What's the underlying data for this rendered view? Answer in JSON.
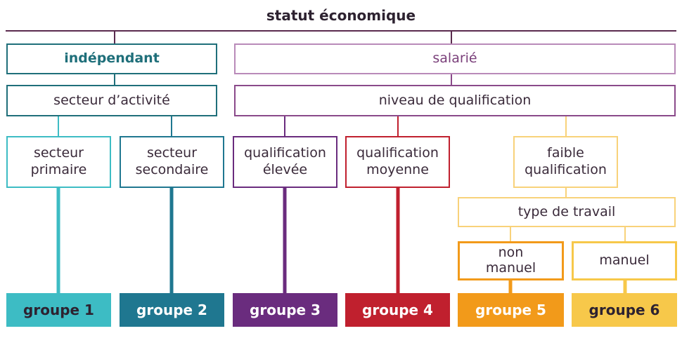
{
  "title": "statut économique",
  "colors": {
    "root_line": "#5a2a4e",
    "independant": "#1f6f7a",
    "salarie": "#8a4a8a",
    "teal": "#3dbcc4",
    "blue": "#1f7790",
    "purple": "#6a2c7e",
    "red": "#c0202e",
    "orange": "#f29a1a",
    "yellow": "#f7c84a",
    "light_yellow": "#f8d27a"
  },
  "nodes": {
    "independant": "indépendant",
    "salarie": "salarié",
    "secteur_activite": "secteur d’activité",
    "niveau_qualification": "niveau de qualification",
    "secteur_primaire": "secteur\nprimaire",
    "secteur_secondaire": "secteur\nsecondaire",
    "qualification_elevee": "qualification\nélevée",
    "qualification_moyenne": "qualification\nmoyenne",
    "faible_qualification": "faible\nqualification",
    "type_de_travail": "type de travail",
    "non_manuel": "non\nmanuel",
    "manuel": "manuel"
  },
  "groups": [
    "groupe 1",
    "groupe 2",
    "groupe 3",
    "groupe 4",
    "groupe 5",
    "groupe 6"
  ]
}
